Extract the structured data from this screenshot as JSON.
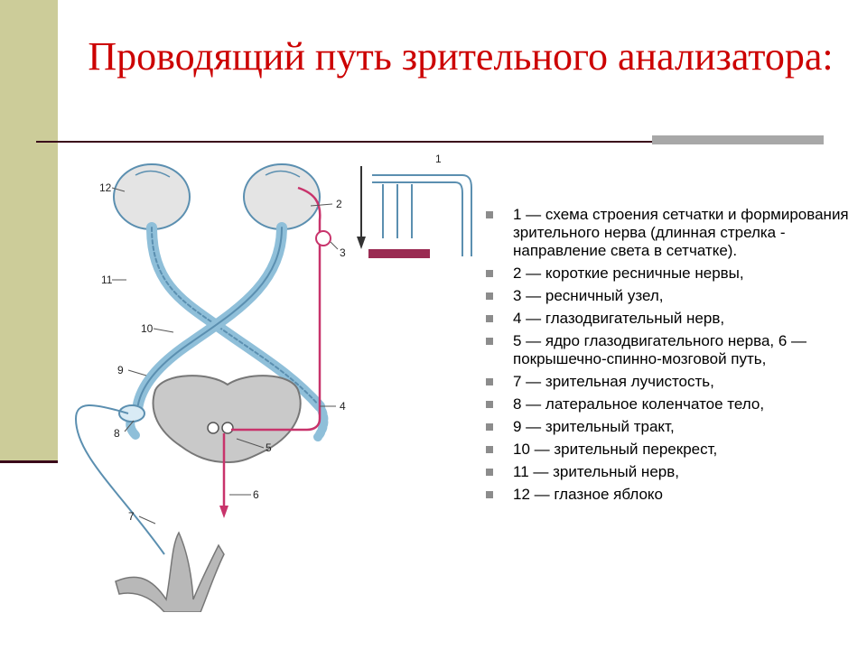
{
  "slide": {
    "title": "Проводящий путь зрительного анализатора:",
    "accent_colors": {
      "title": "#cc0000",
      "band": "#cccc99",
      "rule": "#3a0a1a",
      "nerve": "#6fa8c9",
      "pathway": "#c8336b"
    }
  },
  "diagram": {
    "labels": [
      "1",
      "2",
      "3",
      "4",
      "5",
      "6",
      "7",
      "8",
      "9",
      "10",
      "11",
      "12"
    ]
  },
  "legend": [
    "1 — схема строения сетчатки и формирования зрительного нерва (длинная стрелка - направление света в сетчатке).",
    "2 — короткие ресничные нервы,",
    "3 — ресничный узел,",
    "4 — глазодвигательный нерв,",
    "5 — ядро глазодвигательного нерва, 6 — покрышечно-спинно-мозговой путь,",
    "7 — зрительная лучистость,",
    "8 — латеральное коленчатое тело,",
    "9 — зрительный тракт,",
    "10 — зрительный перекрест,",
    "11 — зрительный нерв,",
    "12 — глазное яблоко"
  ]
}
